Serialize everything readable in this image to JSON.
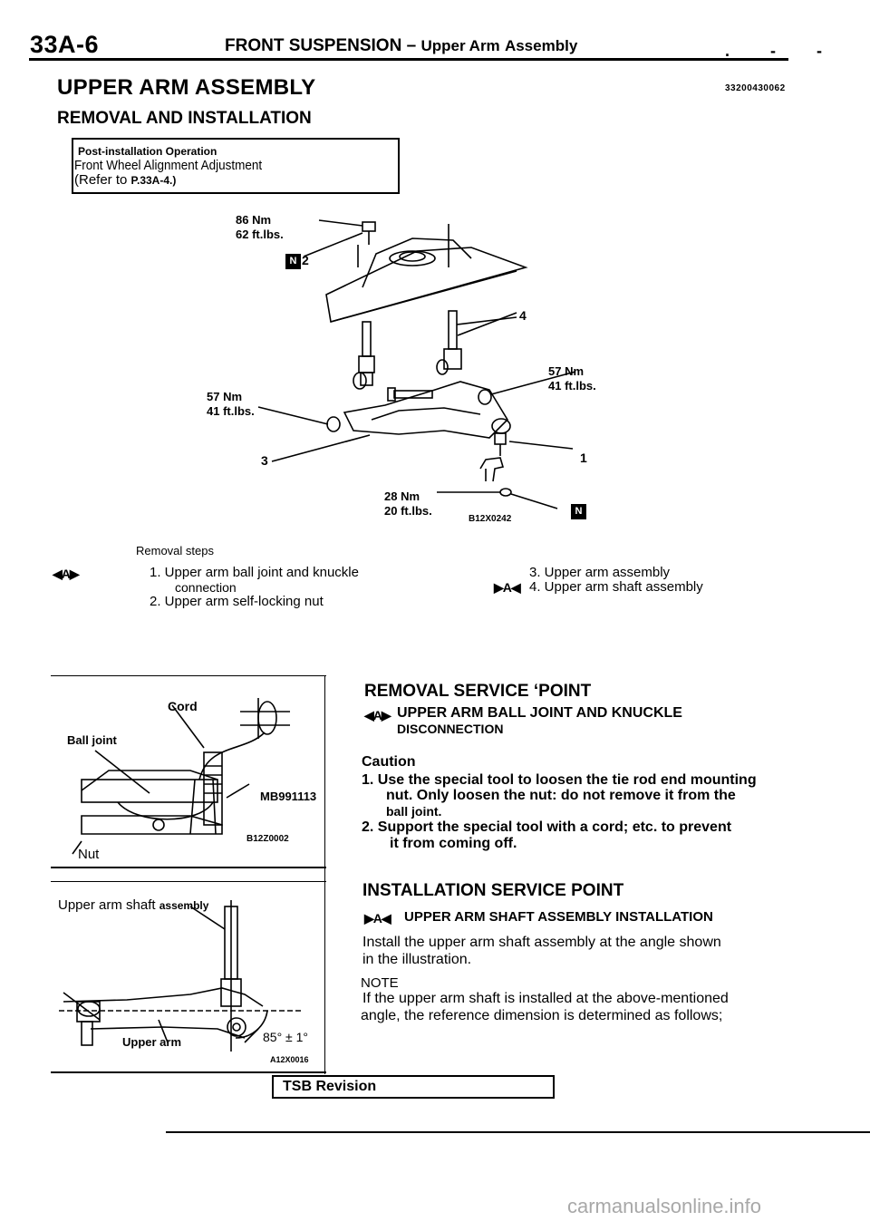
{
  "header": {
    "page_code": "33A-6",
    "section_title": "FRONT SUSPENSION",
    "dash": "–",
    "section_sub": "Upper Arm",
    "section_sub2": "Assembly",
    "marks": ". - -"
  },
  "title": "UPPER ARM ASSEMBLY",
  "doc_code": "33200430062",
  "subtitle": "REMOVAL AND INSTALLATION",
  "post_installation": {
    "heading": "Post-installation Operation",
    "line1": "Front Wheel Alignment Adjustment",
    "line2_prefix": "(Refer to",
    "line2_ref": "P.33A-4.)"
  },
  "figure_main": {
    "torque_top": [
      "86 Nm",
      "62 ft.lbs."
    ],
    "torque_right": [
      "57 Nm",
      "41 ft.lbs."
    ],
    "torque_left": [
      "57 Nm",
      "41 ft.lbs."
    ],
    "torque_bottom": [
      "28 Nm",
      "20 ft.lbs."
    ],
    "callouts": [
      "2",
      "4",
      "3",
      "1"
    ],
    "nut_badge": "N",
    "fig_code": "B12X0242"
  },
  "removal_steps": {
    "heading": "Removal steps",
    "marker_a": "◀A▶",
    "marker_b": "▶A◀",
    "step1": "1. Upper arm ball joint and knuckle",
    "step1_cont": "connection",
    "step2": "2. Upper arm self-locking nut",
    "step3": "3. Upper arm assembly",
    "step4": "4. Upper arm shaft assembly"
  },
  "figure_tool": {
    "label_cord": "Cord",
    "label_ball_joint": "Ball joint",
    "label_tool": "MB991113",
    "label_nut": "Nut",
    "fig_code": "B12Z0002"
  },
  "figure_shaft": {
    "label_shaft": "Upper arm shaft",
    "label_shaft2": "assembly",
    "label_arm": "Upper arm",
    "label_angle": "85° ± 1°",
    "fig_code": "A12X0016"
  },
  "removal_service": {
    "title": "REMOVAL SERVICE ‘POINT",
    "marker": "◀A▶",
    "sub_line1": "UPPER ARM BALL JOINT AND KNUCKLE",
    "sub_line2": "DISCONNECTION",
    "caution": "Caution",
    "item1_line1": "1. Use the special tool to loosen the tie rod end mounting",
    "item1_line2": "nut. Only loosen the nut: do not remove it from the",
    "item1_line3": "ball joint.",
    "item2_line1": "2. Support the special tool with a cord; etc. to prevent",
    "item2_line2": "it from coming off."
  },
  "installation_service": {
    "title": "INSTALLATION SERVICE POINT",
    "marker": "▶A◀",
    "sub": "UPPER ARM SHAFT ASSEMBLY INSTALLATION",
    "text_line1": "Install the upper arm shaft assembly at the angle shown",
    "text_line2": "in the illustration.",
    "note_label": "NOTE",
    "note_line1": "If the upper arm shaft is installed at the above-mentioned",
    "note_line2": "angle, the reference dimension is determined as follows;"
  },
  "footer": {
    "tsb": "TSB Revision",
    "watermark": "carmanualsonline.info"
  }
}
